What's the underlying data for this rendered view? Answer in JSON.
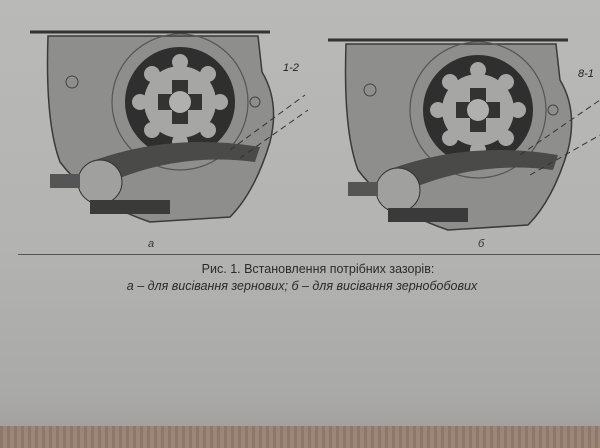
{
  "figure": {
    "sublabel_a": "а",
    "sublabel_b": "б",
    "gap_a": "1-2",
    "gap_b": "8-1"
  },
  "caption": {
    "line1": "Рис. 1. Встановлення потрібних зазорів:",
    "line2": "а – для висівання зернових; б – для висівання зернобобових"
  }
}
